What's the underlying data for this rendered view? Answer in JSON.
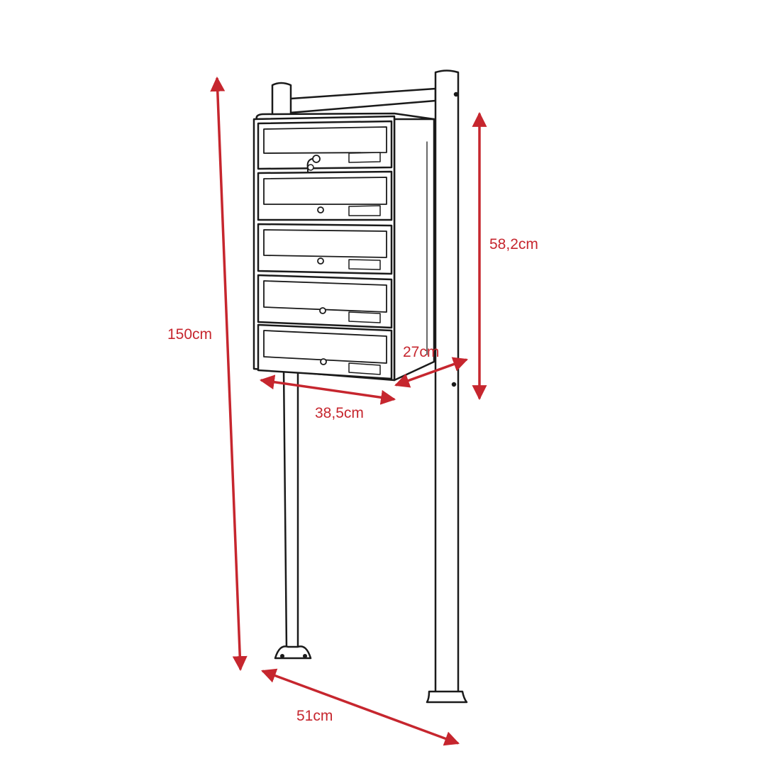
{
  "dimensions": {
    "total_height": "150cm",
    "box_height": "58,2cm",
    "box_depth": "27cm",
    "box_width": "38,5cm",
    "base_width": "51cm"
  },
  "drawing": {
    "mailbox_count": 5,
    "line_color": "#1a1a1a",
    "dimension_color": "#c6262e"
  }
}
